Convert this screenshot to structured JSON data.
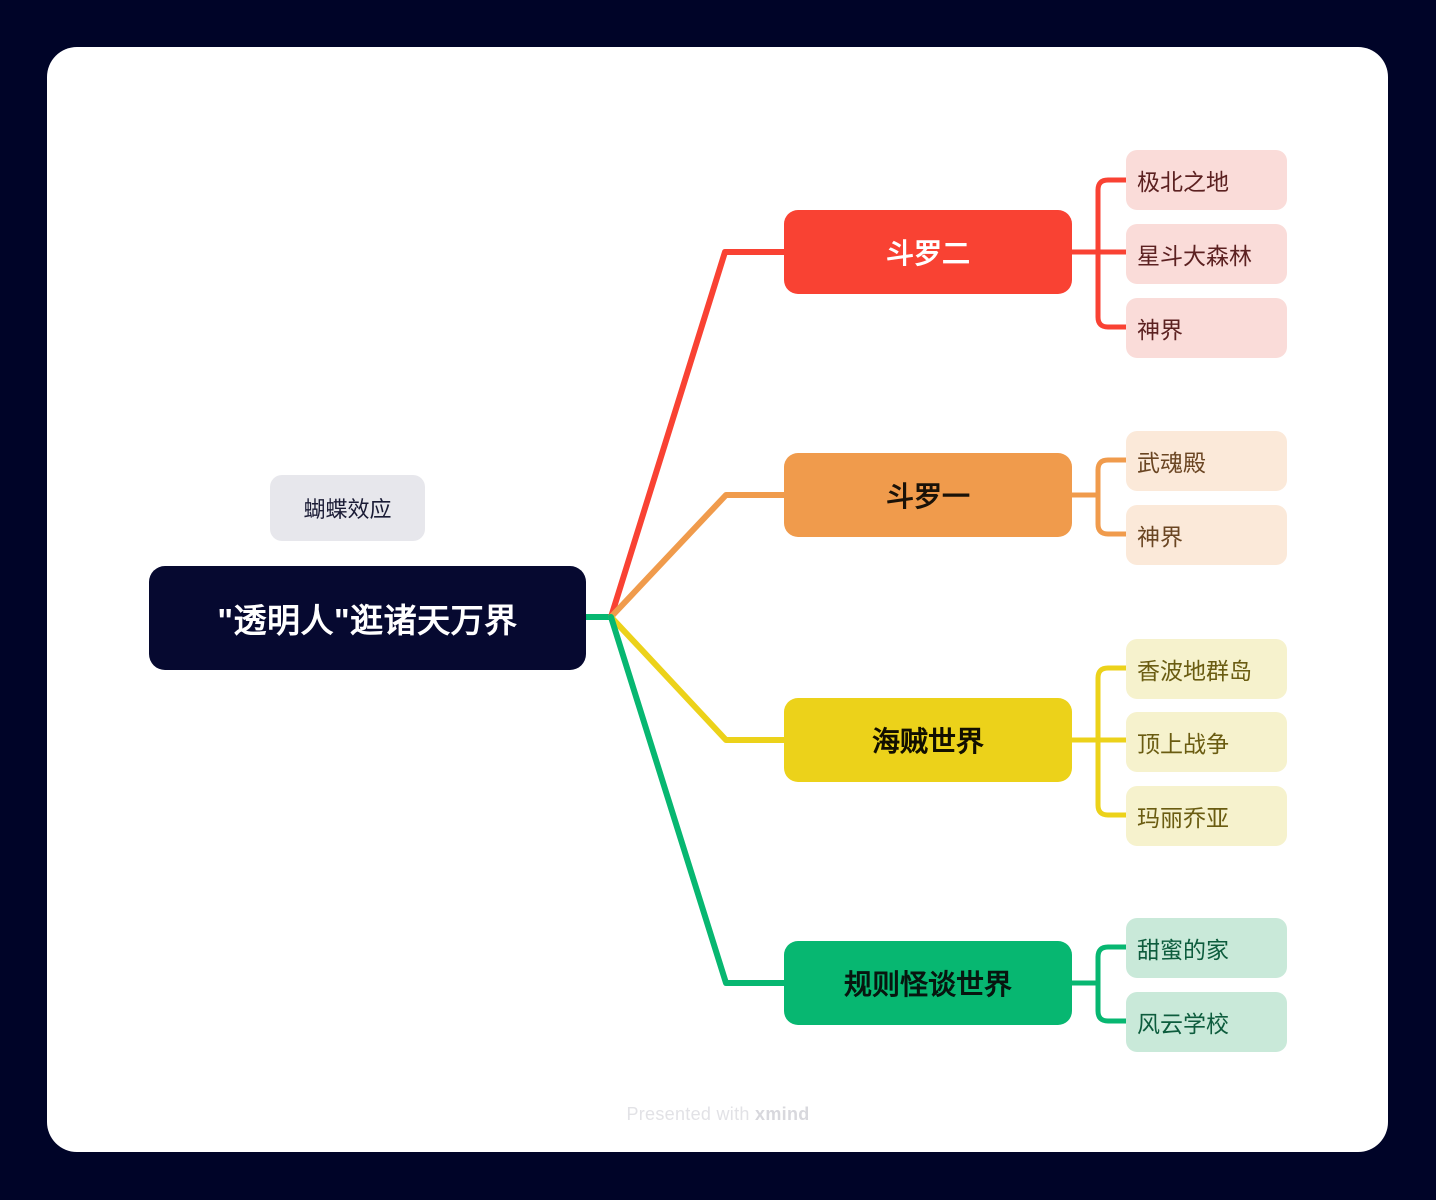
{
  "canvas": {
    "background_color": "#000428",
    "card_color": "#ffffff"
  },
  "root": {
    "label": "\"透明人\"逛诸天万界",
    "color": "#060930",
    "text_color": "#ffffff"
  },
  "floating_note": {
    "label": "蝴蝶效应",
    "color": "#e7e7ec",
    "text_color": "#1a1b35"
  },
  "branches": [
    {
      "label": "斗罗二",
      "color": "#f94233",
      "leaf_color": "#fadcd9",
      "leaf_text_color": "#5c2121",
      "children": [
        {
          "label": "极北之地"
        },
        {
          "label": "星斗大森林"
        },
        {
          "label": "神界"
        }
      ]
    },
    {
      "label": "斗罗一",
      "color": "#f09b4c",
      "leaf_color": "#fbe9d9",
      "leaf_text_color": "#6a4522",
      "children": [
        {
          "label": "武魂殿"
        },
        {
          "label": "神界"
        }
      ]
    },
    {
      "label": "海贼世界",
      "color": "#ecd21a",
      "leaf_color": "#f6f2cd",
      "leaf_text_color": "#6a5c11",
      "children": [
        {
          "label": "香波地群岛"
        },
        {
          "label": "顶上战争"
        },
        {
          "label": "玛丽乔亚"
        }
      ]
    },
    {
      "label": "规则怪谈世界",
      "color": "#07b771",
      "leaf_color": "#c9e9d9",
      "leaf_text_color": "#0d5c3d",
      "children": [
        {
          "label": "甜蜜的家"
        },
        {
          "label": "风云学校"
        }
      ]
    }
  ],
  "footer": {
    "prefix": "Presented with ",
    "brand": "xmind"
  }
}
